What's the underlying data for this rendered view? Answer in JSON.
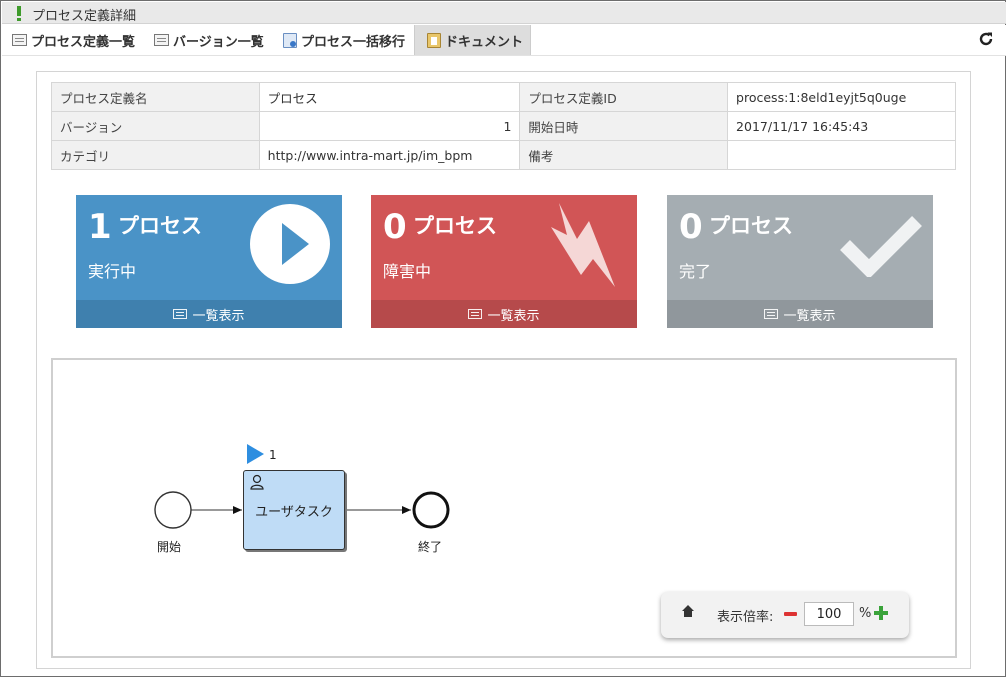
{
  "window": {
    "title": "プロセス定義詳細"
  },
  "tabs": [
    {
      "label": "プロセス定義一覧"
    },
    {
      "label": "バージョン一覧"
    },
    {
      "label": "プロセス一括移行"
    },
    {
      "label": "ドキュメント"
    }
  ],
  "info": {
    "rows": [
      {
        "k1": "プロセス定義名",
        "v1": "プロセス",
        "k2": "プロセス定義ID",
        "v2": "process:1:8eld1eyjt5q0uge"
      },
      {
        "k1": "バージョン",
        "v1": "1",
        "k2": "開始日時",
        "v2": "2017/11/17 16:45:43"
      },
      {
        "k1": "カテゴリ",
        "v1": "http://www.intra-mart.jp/im_bpm",
        "k2": "備考",
        "v2": ""
      }
    ]
  },
  "cards": [
    {
      "count": "1",
      "unit": "プロセス",
      "state": "実行中",
      "foot": "一覧表示",
      "color": "#4a93c7",
      "icon": "play-icon"
    },
    {
      "count": "0",
      "unit": "プロセス",
      "state": "障害中",
      "foot": "一覧表示",
      "color": "#d15556",
      "icon": "lightning-icon"
    },
    {
      "count": "0",
      "unit": "プロセス",
      "state": "完了",
      "foot": "一覧表示",
      "color": "#a5adb2",
      "icon": "check-icon"
    }
  ],
  "diagram": {
    "start_label": "開始",
    "task_label": "ユーザタスク",
    "task_count": "1",
    "end_label": "終了"
  },
  "zoom": {
    "label": "表示倍率:",
    "value": "100",
    "unit": "%"
  }
}
